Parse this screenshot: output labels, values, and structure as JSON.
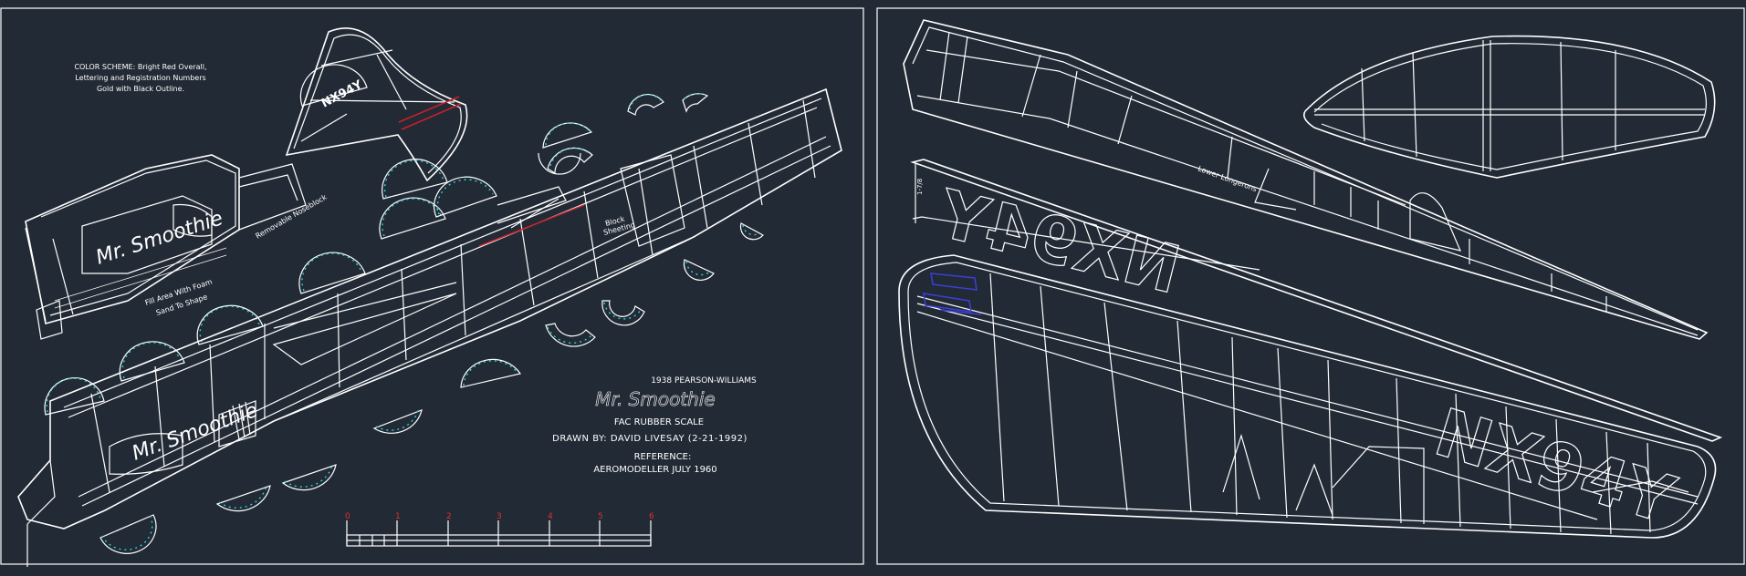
{
  "notes": {
    "color_scheme": [
      "COLOR SCHEME: Bright Red Overall,",
      "Lettering and Registration Numbers",
      "Gold with Black Outline."
    ],
    "fuselage_script": "Mr. Smoothie",
    "fuselage_script_2": "Mr. Smoothie",
    "nose_label": "Removable Noseblock",
    "fill_note": [
      "Fill Area With Foam",
      "Sand To Shape"
    ],
    "block_note": [
      "Block",
      "Sheeting"
    ],
    "lower_longerons": "Lower Longerons",
    "rudder_reg": "NX94Y",
    "wing_reg_left": "NX94Y",
    "wing_reg_right": "NX94Y",
    "dim_note": "1-7/8"
  },
  "title_block": {
    "year_make": "1938 PEARSON-WILLIAMS",
    "name": "Mr. Smoothie",
    "scale": "FAC RUBBER SCALE",
    "drawn_by": "DRAWN BY: DAVID LIVESAY (2-21-1992)",
    "reference_label": "REFERENCE:",
    "reference": "AEROMODELLER JULY 1960"
  },
  "scale_bar": {
    "ticks": [
      "0",
      "1",
      "2",
      "3",
      "4",
      "5",
      "6"
    ]
  },
  "colors": {
    "background": "#222a35",
    "lines": "#ffffff",
    "formers": "#2fd2d8",
    "accent_red": "#c8202a",
    "accent_blue": "#3a3fd0",
    "scale_numbers": "#e03030"
  }
}
